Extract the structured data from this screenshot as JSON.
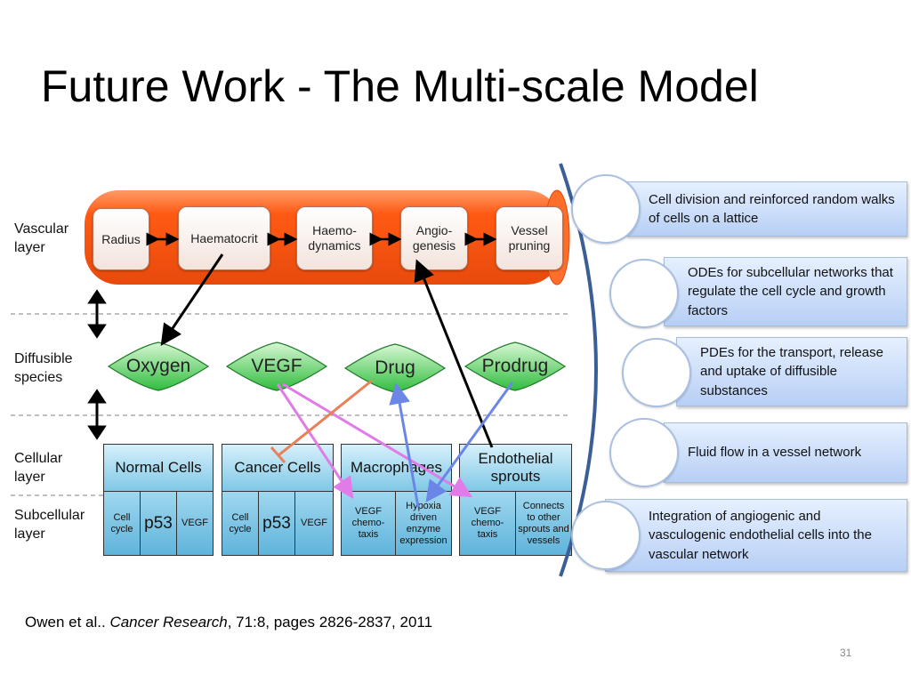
{
  "slide": {
    "title": "Future Work - The Multi-scale Model",
    "page_number": "31"
  },
  "citation": {
    "authors": "Owen et al..",
    "journal": "Cancer Research",
    "details": ", 71:8, pages 2826-2837, 2011"
  },
  "diagram": {
    "layers": {
      "vascular": "Vascular layer",
      "diffusible": "Diffusible species",
      "cellular": "Cellular layer",
      "subcellular": "Subcellular layer"
    },
    "vessel_boxes": [
      "Radius",
      "Haematocrit",
      "Haemo-dynamics",
      "Angio-genesis",
      "Vessel pruning"
    ],
    "species": [
      "Oxygen",
      "VEGF",
      "Drug",
      "Prodrug"
    ],
    "cell_groups": [
      {
        "head": "Normal Cells",
        "subs": [
          "Cell cycle",
          "p53",
          "VEGF"
        ]
      },
      {
        "head": "Cancer Cells",
        "subs": [
          "Cell cycle",
          "p53",
          "VEGF"
        ]
      },
      {
        "head": "Macrophages",
        "subs": [
          "VEGF chemo-taxis",
          "Hypoxia driven enzyme expression"
        ]
      },
      {
        "head": "Endothelial sprouts",
        "subs": [
          "VEGF chemo-taxis",
          "Connects to other sprouts and vessels"
        ]
      }
    ],
    "colors": {
      "vessel": "#ff5a14",
      "species_green": "#3cc64a",
      "cell_blue": "#7fc8e6",
      "arrow_pink": "#e07be8",
      "arrow_blue": "#6b86e6",
      "arrow_orange": "#e8805a"
    }
  },
  "list": {
    "items": [
      "Cell division and reinforced random walks of cells on a lattice",
      "ODEs for subcellular networks that regulate the cell cycle and growth factors",
      "PDEs for the transport, release and uptake of diffusible substances",
      "Fluid flow in a vessel network",
      "Integration of angiogenic and vasculogenic endothelial cells into the vascular network"
    ]
  }
}
